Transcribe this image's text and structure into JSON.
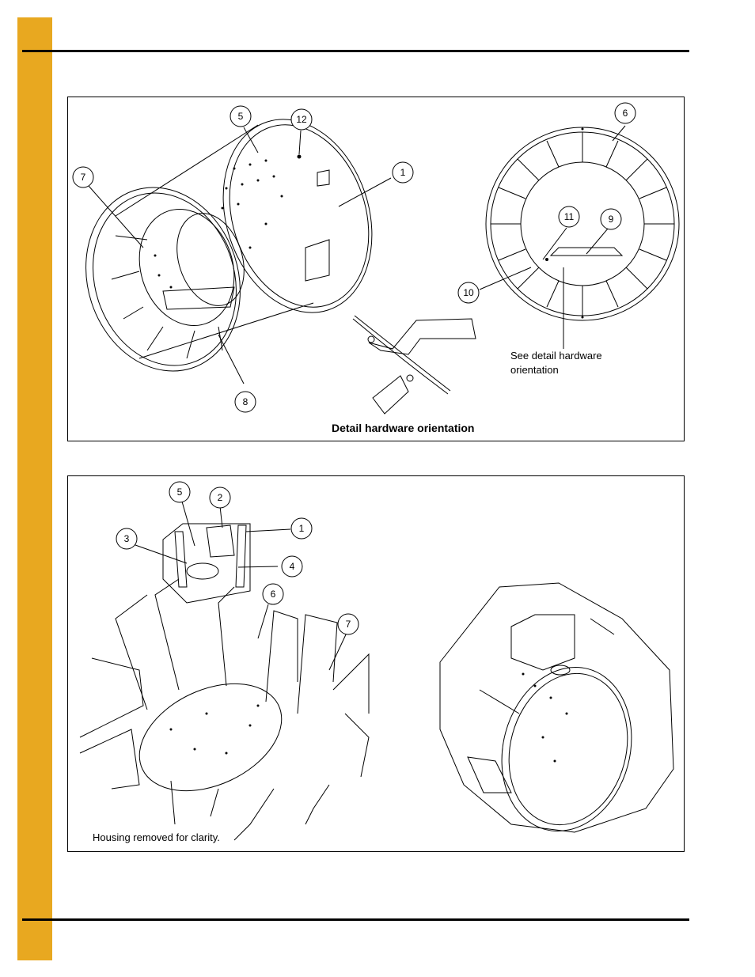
{
  "page": {
    "accent_color": "#E8A820"
  },
  "panel_top": {
    "callouts": {
      "c5": "5",
      "c12": "12",
      "c1": "1",
      "c7": "7",
      "c8": "8",
      "c6": "6",
      "c11": "11",
      "c9": "9",
      "c10": "10"
    },
    "detail_caption": "Detail hardware orientation",
    "see_detail_line1": "See detail hardware",
    "see_detail_line2": "orientation"
  },
  "panel_bottom": {
    "callouts": {
      "c5": "5",
      "c2": "2",
      "c1": "1",
      "c3": "3",
      "c4": "4",
      "c6": "6",
      "c7": "7"
    },
    "housing_note": "Housing removed for clarity."
  }
}
